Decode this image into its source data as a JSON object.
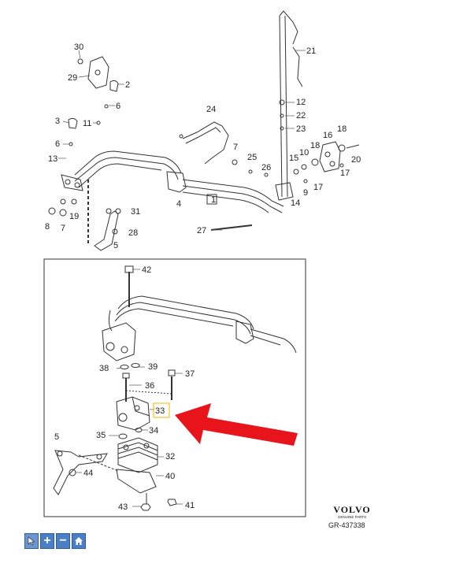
{
  "callouts_top": [
    "30",
    "29",
    "2",
    "6",
    "3",
    "11",
    "6",
    "13",
    "8",
    "7",
    "19",
    "31",
    "28",
    "5",
    "4",
    "1",
    "24",
    "7",
    "25",
    "26",
    "27",
    "21",
    "12",
    "22",
    "23",
    "16",
    "18",
    "10",
    "18",
    "15",
    "9",
    "17",
    "20",
    "17",
    "14"
  ],
  "callouts_inset": [
    "42",
    "38",
    "39",
    "37",
    "36",
    "33",
    "35",
    "34",
    "32",
    "5",
    "44",
    "40",
    "43",
    "41"
  ],
  "highlighted_callout": "33",
  "brand": {
    "logo": "VOLVO",
    "tagline": "GENUINE PARTS",
    "reference": "GR-437338"
  },
  "toolbar": {
    "buttons": [
      {
        "icon": "pointer-icon"
      },
      {
        "icon": "zoom-in-icon",
        "glyph": "+"
      },
      {
        "icon": "zoom-out-icon",
        "glyph": "−"
      },
      {
        "icon": "home-icon"
      }
    ]
  },
  "colors": {
    "arrow": "#e8141c",
    "highlight_box": "#f0b400",
    "toolbar": "#4a7fc8"
  }
}
